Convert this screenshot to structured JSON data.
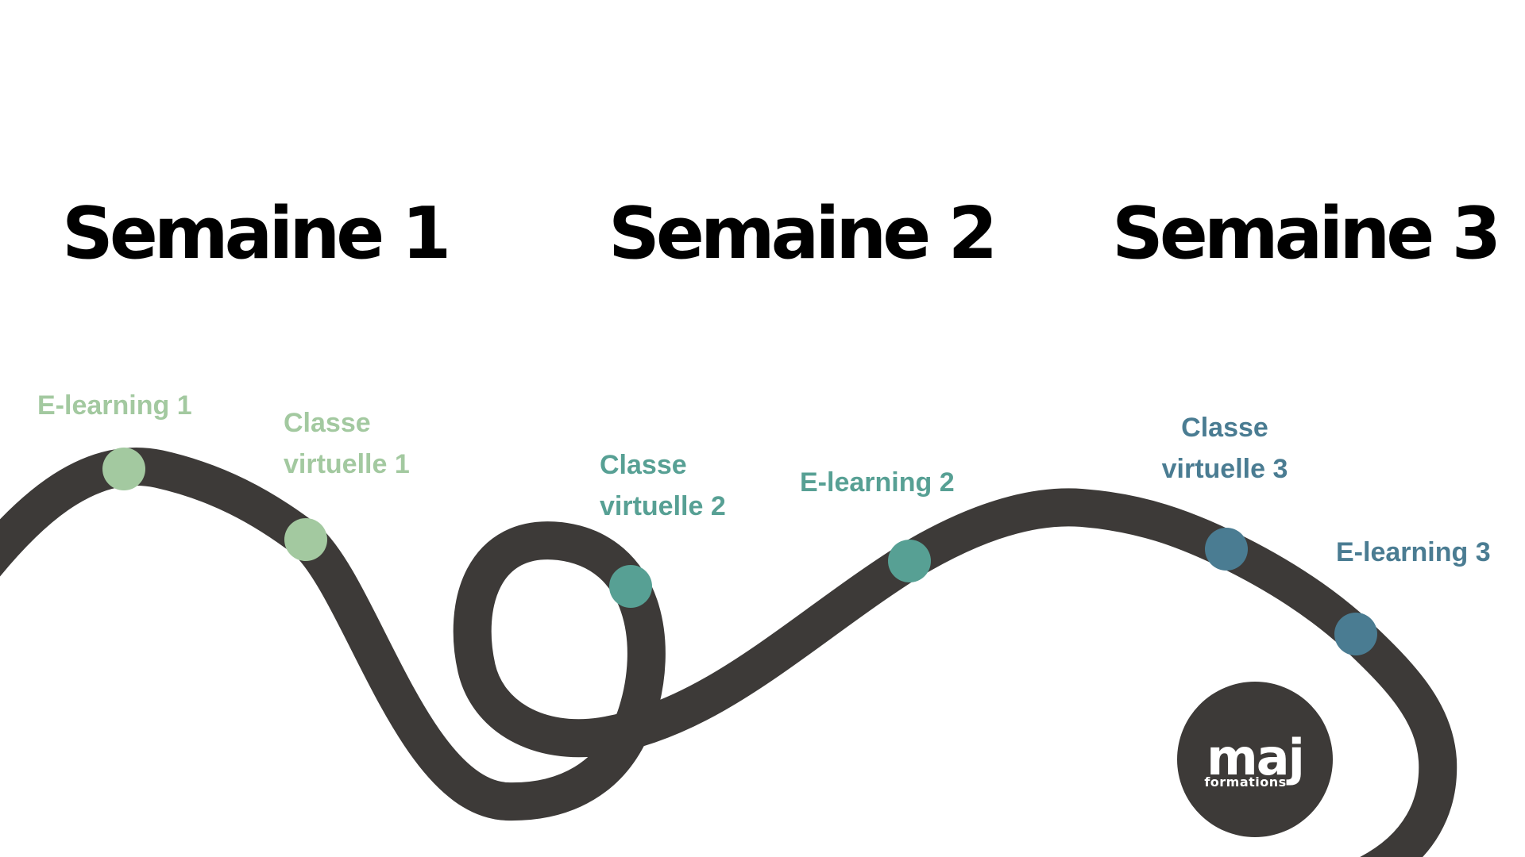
{
  "canvas": {
    "background": "#ffffff"
  },
  "titles": [
    {
      "label": "Semaine 1"
    },
    {
      "label": "Semaine 2"
    },
    {
      "label": "Semaine 3"
    }
  ],
  "milestones": {
    "el1": {
      "label": "E-learning 1",
      "color": "#a3c9a0"
    },
    "cv1": {
      "line1": "Classe",
      "line2": "virtuelle 1",
      "color": "#a3c9a0"
    },
    "cv2": {
      "line1": "Classe",
      "line2": "virtuelle 2",
      "color": "#57a094"
    },
    "el2": {
      "label": "E-learning 2",
      "color": "#57a094"
    },
    "cv3": {
      "line1": "Classe",
      "line2": "virtuelle 3",
      "color": "#4a7c92"
    },
    "el3": {
      "label": "E-learning 3",
      "color": "#4a7c92"
    }
  },
  "path": {
    "color": "#3d3a38",
    "stroke_width": "48"
  },
  "logo": {
    "text": "maj",
    "subtext": "formations",
    "background": "#3d3a38",
    "foreground": "#ffffff"
  },
  "colors": {
    "week1_accent": "#a3c9a0",
    "week2_accent": "#57a094",
    "week3_accent": "#4a7c92",
    "track": "#3d3a38",
    "title_text": "#000000",
    "background": "#ffffff"
  }
}
